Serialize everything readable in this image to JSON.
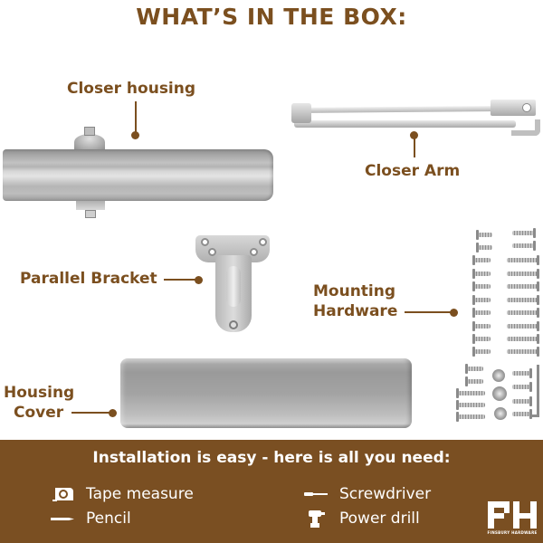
{
  "header": {
    "title": "WHAT’S IN THE BOX:"
  },
  "components": [
    {
      "id": "closer-housing",
      "label": "Closer housing"
    },
    {
      "id": "closer-arm",
      "label": "Closer Arm"
    },
    {
      "id": "parallel-bracket",
      "label": "Parallel Bracket"
    },
    {
      "id": "mounting-hardware",
      "label_line1": "Mounting",
      "label_line2": "Hardware"
    },
    {
      "id": "housing-cover",
      "label_line1": "Housing",
      "label_line2": "Cover"
    }
  ],
  "banner": {
    "title": "Installation is easy - here is all you need:",
    "tools": [
      {
        "label": "Tape measure",
        "icon": "tape-measure-icon"
      },
      {
        "label": "Pencil",
        "icon": "pencil-icon"
      },
      {
        "label": "Screwdriver",
        "icon": "screwdriver-icon"
      },
      {
        "label": "Power drill",
        "icon": "power-drill-icon"
      }
    ],
    "logo": {
      "letters": "FH",
      "caption": "FINSBURY HARDWARE"
    }
  },
  "colors": {
    "brand_brown": "#7b4f1f",
    "banner_bg": "#7a4f22",
    "banner_text": "#ffffff"
  }
}
